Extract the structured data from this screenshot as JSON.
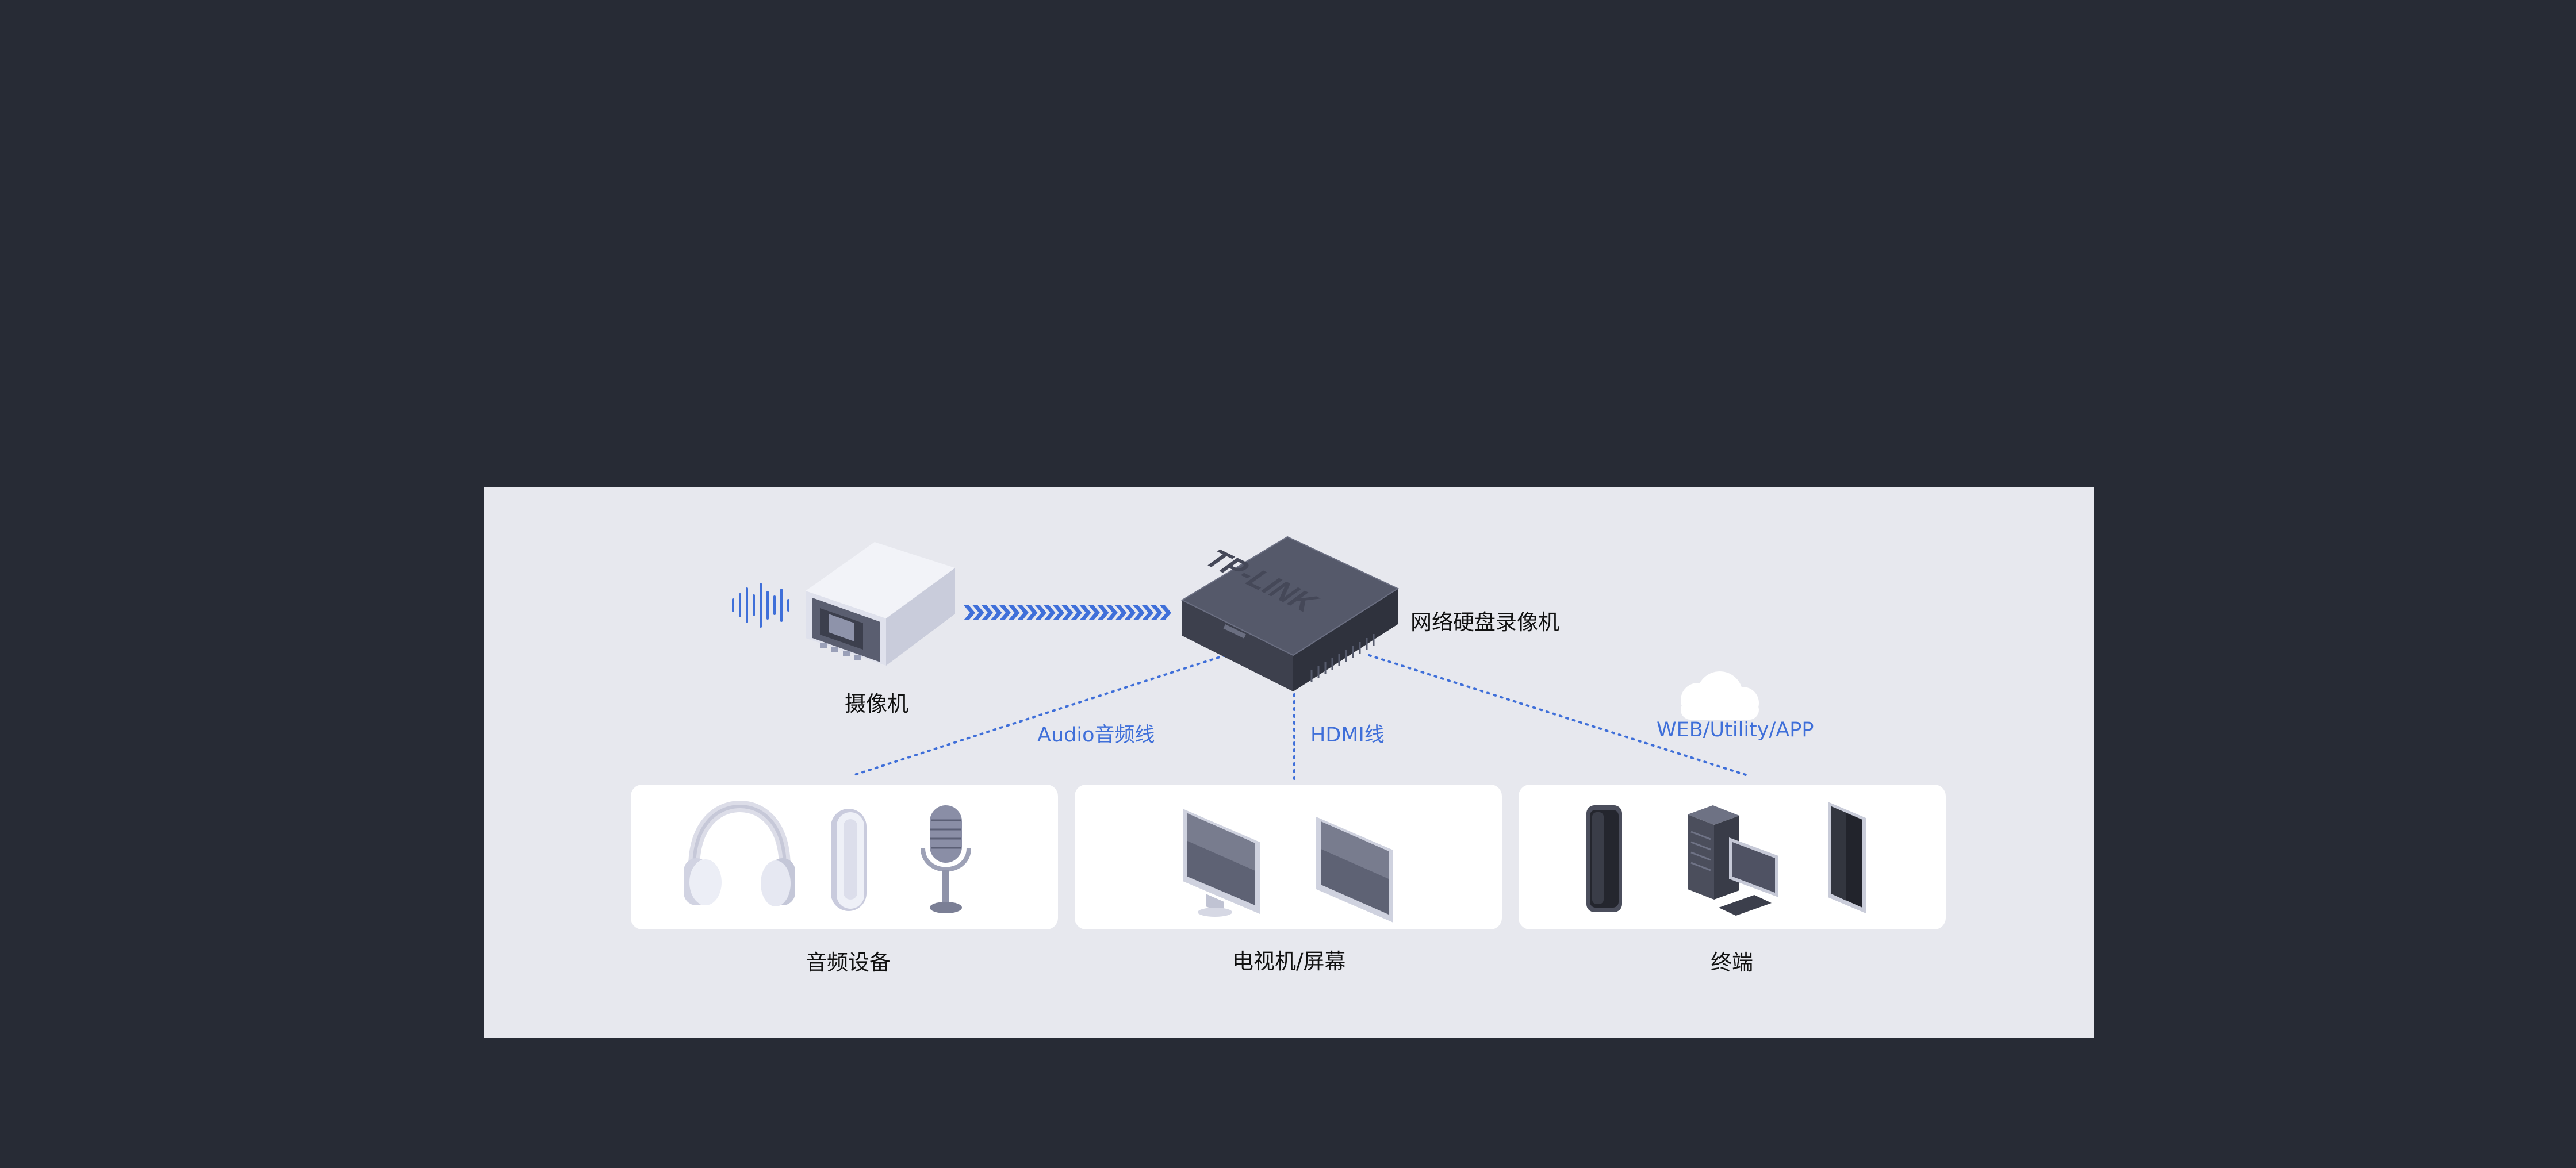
{
  "diagram": {
    "labels": {
      "camera": "摄像机",
      "nvr": "网络硬盘录像机",
      "audio_link": "Audio音频线",
      "hdmi_link": "HDMI线",
      "web_link": "WEB/Utility/APP"
    },
    "nvr_brand": "TP-LINK",
    "groups": [
      {
        "label": "音频设备",
        "icons": [
          "headphones-icon",
          "speaker-icon",
          "microphone-icon"
        ]
      },
      {
        "label": "电视机/屏幕",
        "icons": [
          "monitor-icon",
          "monitor-icon"
        ]
      },
      {
        "label": "终端",
        "icons": [
          "smartphone-icon",
          "desktop-computer-icon",
          "tablet-icon"
        ]
      }
    ],
    "colors": {
      "background": "#272b35",
      "panel": "#e7e8ee",
      "accent": "#3f6fd9",
      "device_dark": "#4a4d5a"
    }
  }
}
